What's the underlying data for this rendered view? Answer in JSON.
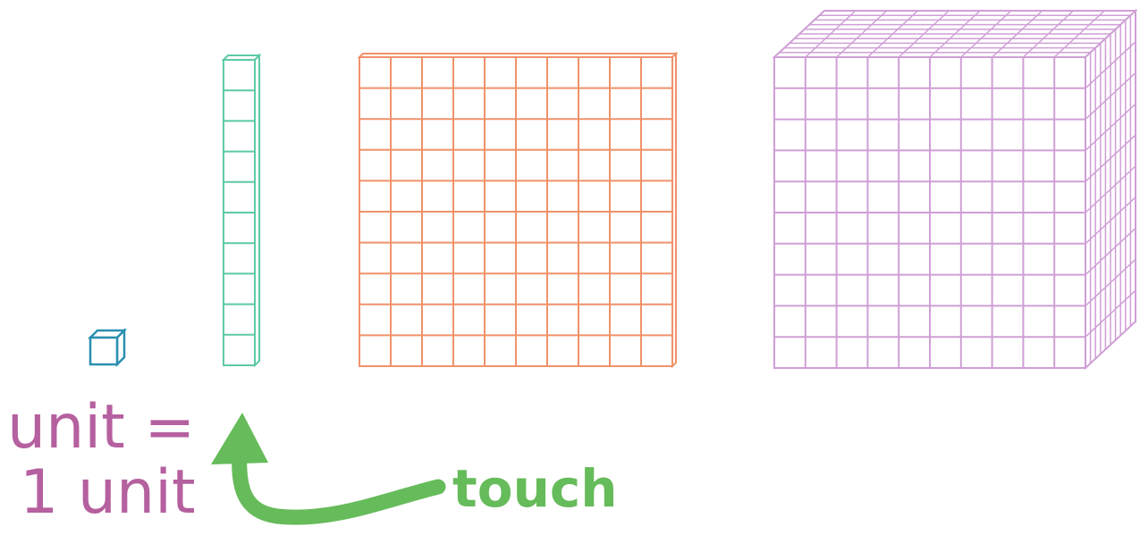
{
  "blocks": [
    {
      "name": "unit-cube",
      "rows": 1,
      "cols": 1,
      "color": "#2a8fb0"
    },
    {
      "name": "ten-rod",
      "rows": 10,
      "cols": 1,
      "color": "#5cc9a7"
    },
    {
      "name": "hundred-flat",
      "rows": 10,
      "cols": 10,
      "color": "#f0926a"
    },
    {
      "name": "thousand-cube",
      "rows": 10,
      "cols": 10,
      "color": "#cf9fd6"
    }
  ],
  "captions": {
    "unit_line1": "unit =",
    "unit_line2": "1 unit",
    "touch": "touch"
  },
  "colors": {
    "caption": "#b5609f",
    "arrow": "#66bb5a"
  },
  "icons": {
    "arrow": "curved-arrow-icon"
  }
}
